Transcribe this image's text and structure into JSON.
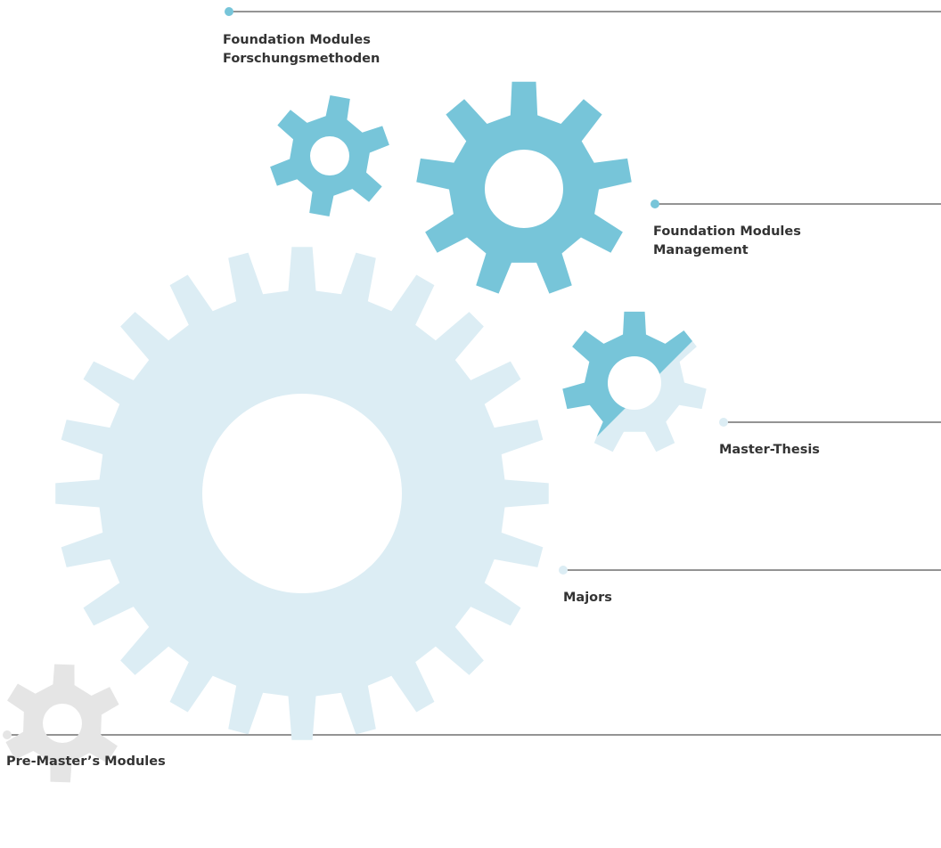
{
  "milestones": [
    {
      "id": "foundation-forschungsmethoden",
      "lines": [
        "Foundation Modules",
        "Forschungsmethoden"
      ],
      "color": "#77C5D9"
    },
    {
      "id": "foundation-management",
      "lines": [
        "Foundation Modules",
        "Management"
      ],
      "color": "#77C5D9"
    },
    {
      "id": "master-thesis",
      "lines": [
        "Master-Thesis"
      ],
      "color": "#DCEDF4"
    },
    {
      "id": "majors",
      "lines": [
        "Majors"
      ],
      "color": "#DCEDF4"
    },
    {
      "id": "pre-masters-modules",
      "lines": [
        "Pre-Master’s Modules"
      ],
      "color": "#E5E5E5"
    }
  ],
  "gears": [
    {
      "id": "gear-small-teal",
      "color": "#77C5D9"
    },
    {
      "id": "gear-medium-teal",
      "color": "#77C5D9"
    },
    {
      "id": "gear-large-lightblue",
      "color": "#DCEDF4"
    },
    {
      "id": "gear-half-split",
      "colors": [
        "#77C5D9",
        "#DCEDF4"
      ]
    },
    {
      "id": "gear-grey",
      "color": "#E5E5E5"
    }
  ],
  "colors": {
    "teal": "#77C5D9",
    "light_blue": "#DCEDF4",
    "grey": "#E5E5E5",
    "line": "#555555",
    "text": "#333333"
  }
}
